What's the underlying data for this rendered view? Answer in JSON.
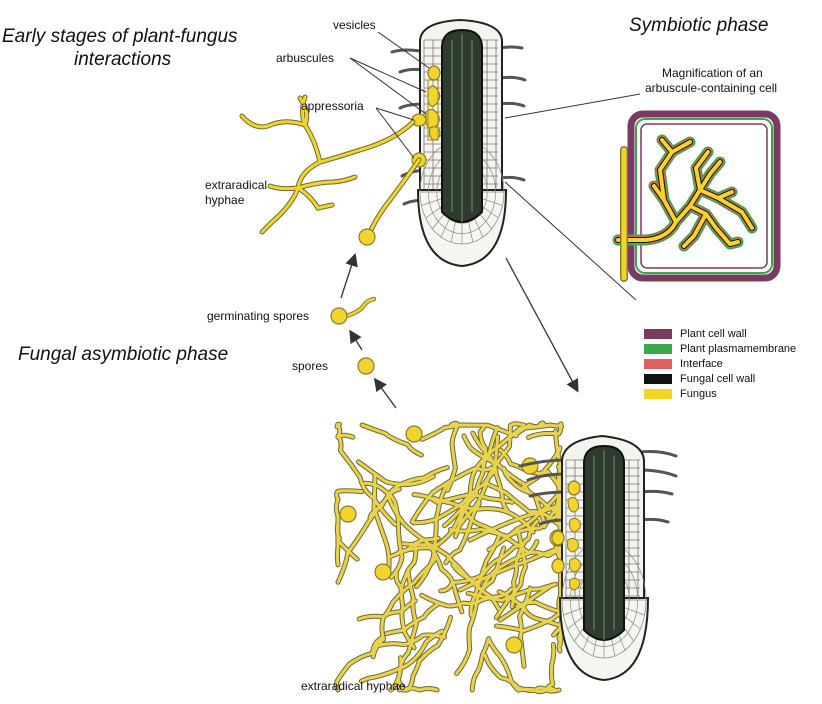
{
  "titles": {
    "early": [
      "Early stages of plant-fungus",
      "interactions"
    ],
    "symbiotic": "Symbiotic phase",
    "asymbiotic": "Fungal asymbiotic phase"
  },
  "labels": {
    "vesicles": "vesicles",
    "arbuscules": "arbuscules",
    "appressoria": "appressoria",
    "extraradical_top": [
      "extraradical",
      "hyphae"
    ],
    "magnification": [
      "Magnification of an",
      "arbuscule-containing cell"
    ],
    "germinating_spores": "germinating spores",
    "spores": "spores",
    "extraradical_bottom": "extraradical hyphae"
  },
  "legend": [
    {
      "label": "Plant cell wall",
      "color": "#7a3b63"
    },
    {
      "label": "Plant plasmamembrane",
      "color": "#3aa84a"
    },
    {
      "label": "Interface",
      "color": "#e06060"
    },
    {
      "label": "Fungal cell wall",
      "color": "#111111"
    },
    {
      "label": "Fungus",
      "color": "#f2d52a"
    }
  ],
  "colors": {
    "fungus": "#f2d52a",
    "fungus_edge": "#8a7a30",
    "root_outline": "#222222",
    "stele": "#2e3a2e",
    "arrow": "#333333"
  }
}
